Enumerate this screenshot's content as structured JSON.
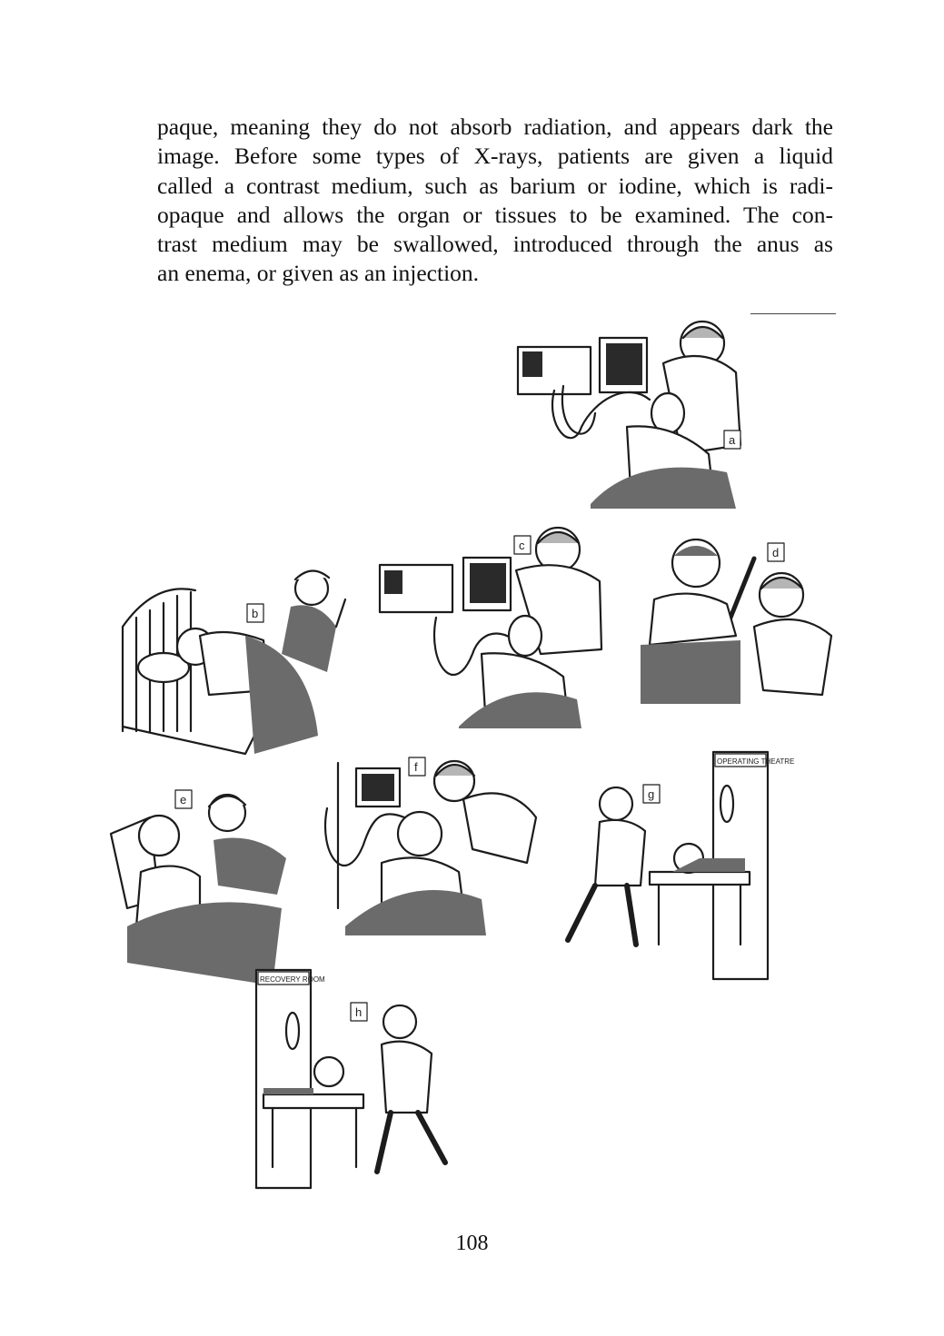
{
  "paragraph_lines": [
    "paque, meaning they do not absorb radiation, and appears dark the",
    "image. Before some types of X-rays, patients are given a liquid",
    "called a contrast medium, such as barium or iodine, which is radi-",
    "opaque and allows the organ or tissues to be examined. The con-",
    "trast medium may be swallowed, introduced through the anus as",
    "an enema, or given as an injection."
  ],
  "panel_labels": [
    "a",
    "b",
    "c",
    "d",
    "e",
    "f",
    "g",
    "h"
  ],
  "signs": {
    "operating": "OPERATING THEATRE",
    "recovery": "RECOVERY ROOM"
  },
  "page_number": "108"
}
